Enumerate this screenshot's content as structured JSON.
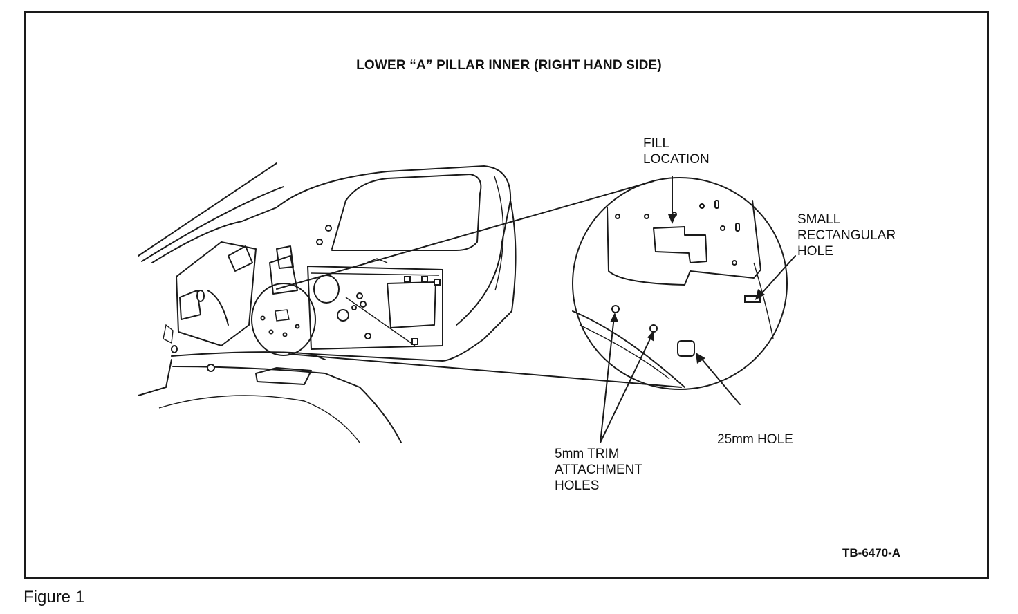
{
  "title": "LOWER “A” PILLAR INNER (RIGHT HAND SIDE)",
  "labels": {
    "fill_location": "FILL\nLOCATION",
    "small_rectangular_hole": "SMALL\nRECTANGULAR\nHOLE",
    "hole_25mm": "25mm HOLE",
    "trim_holes": "5mm TRIM\nATTACHMENT\nHOLES"
  },
  "reference_code": "TB-6470-A",
  "caption": "Figure 1"
}
